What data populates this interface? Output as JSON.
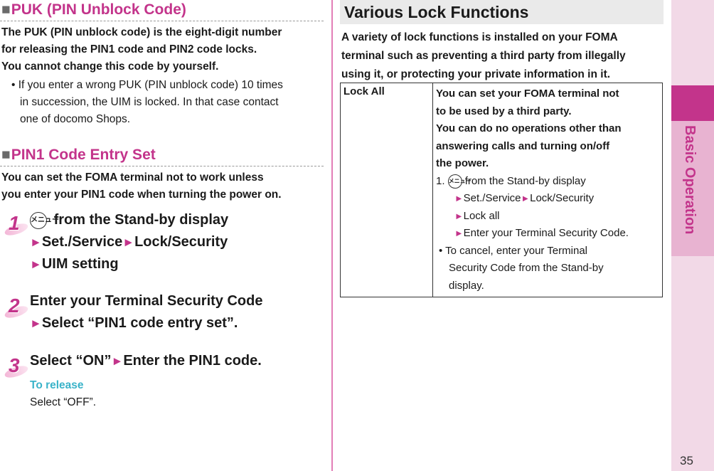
{
  "left": {
    "puk": {
      "square": "■",
      "title": "PUK (PIN Unblock Code)",
      "lines": [
        "The PUK (PIN unblock code) is the eight-digit number",
        "for releasing the PIN1 code and PIN2 code locks.",
        "You cannot change this code by yourself."
      ],
      "note_bullet": "•",
      "note_lines": [
        "If you enter a wrong PUK (PIN unblock code) 10 times",
        "in succession, the UIM is locked. In that case contact",
        "one of docomo Shops."
      ]
    },
    "pin1": {
      "square": "■",
      "title": "PIN1 Code Entry Set",
      "lines": [
        "You can set the FOMA terminal not to work unless",
        "you enter your PIN1 code when turning the power on."
      ]
    },
    "steps": [
      {
        "num": "1",
        "key_icon": "menu",
        "line1": "from the Stand-by display",
        "line2a": "Set./Service",
        "line2b": "Lock/Security",
        "line3": "UIM setting"
      },
      {
        "num": "2",
        "line1": "Enter your Terminal Security Code",
        "line2": "Select “PIN1 code entry set”."
      },
      {
        "num": "3",
        "line1a": "Select “ON”",
        "line1b": "Enter the PIN1 code."
      }
    ],
    "arrow": "►",
    "to_release": "To release",
    "release_text": "Select “OFF”."
  },
  "right": {
    "title": "Various Lock Functions",
    "intro": [
      "A variety of lock functions is installed on your FOMA",
      "terminal such as preventing a third party from illegally",
      "using it, or protecting your private information in it."
    ],
    "table": {
      "label": "Lock All",
      "bold_lines": [
        "You can set your FOMA terminal not",
        "to be used by a third party.",
        "You can do no operations other than",
        "answering calls and turning on/off",
        "the power."
      ],
      "step_num": "1.",
      "step_key_icon": "menu",
      "step_line1": "from the Stand-by display",
      "step_line2a": "Set./Service",
      "step_line2b": "Lock/Security",
      "step_line3": "Lock all",
      "step_line4": "Enter your Terminal Security Code.",
      "note_bullet": "•",
      "note_lines": [
        "To cancel, enter your Terminal",
        "Security Code from the Stand-by",
        "display."
      ]
    }
  },
  "side": {
    "label": "Basic Operation",
    "page_number": "35"
  },
  "colors": {
    "accent": "#c3348b",
    "release": "#3ab3c9",
    "tab": "#e8b3d1",
    "tab_light": "#f2d9e7"
  }
}
